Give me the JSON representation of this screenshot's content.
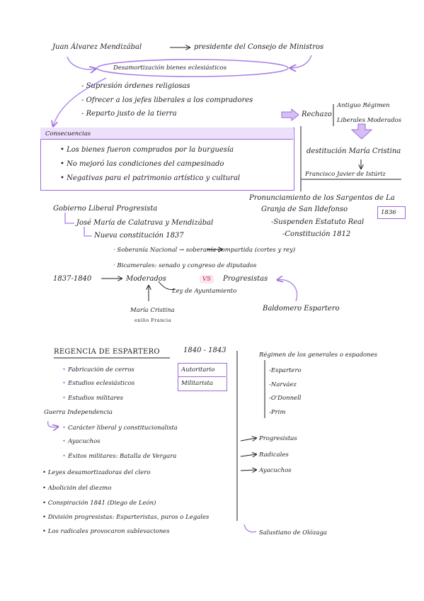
{
  "sec1": {
    "title_left": "Juan Álvarez Mendizábal",
    "title_right": "presidente del Consejo de Ministros",
    "oval": "Desamortización bienes eclesiásticos",
    "items": [
      "Supresión órdenes religiosas",
      "Ofrecer a los jefes liberales a los compradores",
      "Reparto justo de la tierra"
    ],
    "rechazo": "Rechazo",
    "rechazo_items": [
      "Antiguo Régimen",
      "Liberales Moderados"
    ],
    "consecuencias_title": "Consecuencias",
    "consecuencias": [
      "Los bienes fueron comprados por la burguesía",
      "No mejoró las condiciones del campesinado",
      "Negativas para el patrimonio artístico y cultural"
    ],
    "destitucion": "destitución María Cristina",
    "francisco": "Francisco Javier de Istúriz"
  },
  "sec2": {
    "title": "Gobierno Liberal Progresista",
    "ministers": "José María de Calatrava y Mendizábal",
    "nueva": "Nueva constitución 1837",
    "points": [
      "Soberanía Nacional → soberanía compartida (cortes y rey)",
      "Bicamerales: senado y congreso de diputados"
    ],
    "pronunciamiento": [
      "Pronunciamiento de los Sargentos de La",
      "Granja de San Ildefonso"
    ],
    "year_box": "1836",
    "right_items": [
      "Suspenden Estatuto Real",
      "Constitución 1812"
    ],
    "period": "1837-1840",
    "moderados": "Moderados",
    "vs": "VS",
    "progresistas": "Progresistas",
    "ley": "Ley de Ayuntamiento",
    "maria": "María Cristina",
    "exilio": "exilio Francia",
    "baldomero": "Baldomero Espartero"
  },
  "sec3": {
    "title": "REGENCIA DE ESPARTERO",
    "years": "1840 - 1843",
    "items": [
      "Fabricación de cerros",
      "Estudios eclesiásticos",
      "Estudios militares"
    ],
    "tags": [
      "Autoritario",
      "Militarista"
    ],
    "regimen": "Régimen de los generales o espadones",
    "generals": [
      "Espartero",
      "Narváez",
      "O'Donnell",
      "Prim"
    ],
    "guerra": "Guerra Independencia",
    "guerra_items": [
      "Carácter liberal y constitucionalista",
      "Ayacuchos",
      "Éxitos militares: Batalla de Vergara"
    ],
    "branches": [
      "Progresistas",
      "Radicales",
      "Ayacuchos"
    ],
    "bottom": [
      "Leyes desamortizadoras del clero",
      "Abolición del diezmo",
      "Conspiración 1841 (Diego de León)",
      "División progresistas: Esparteristas, puros o Legales",
      "Los radicales provocaron sublevaciones"
    ],
    "salustiano": "Salustiano de Olózaga"
  },
  "colors": {
    "accent": "#9c6ad8",
    "ink": "#1d1d27",
    "highlight": "#c2185b"
  }
}
